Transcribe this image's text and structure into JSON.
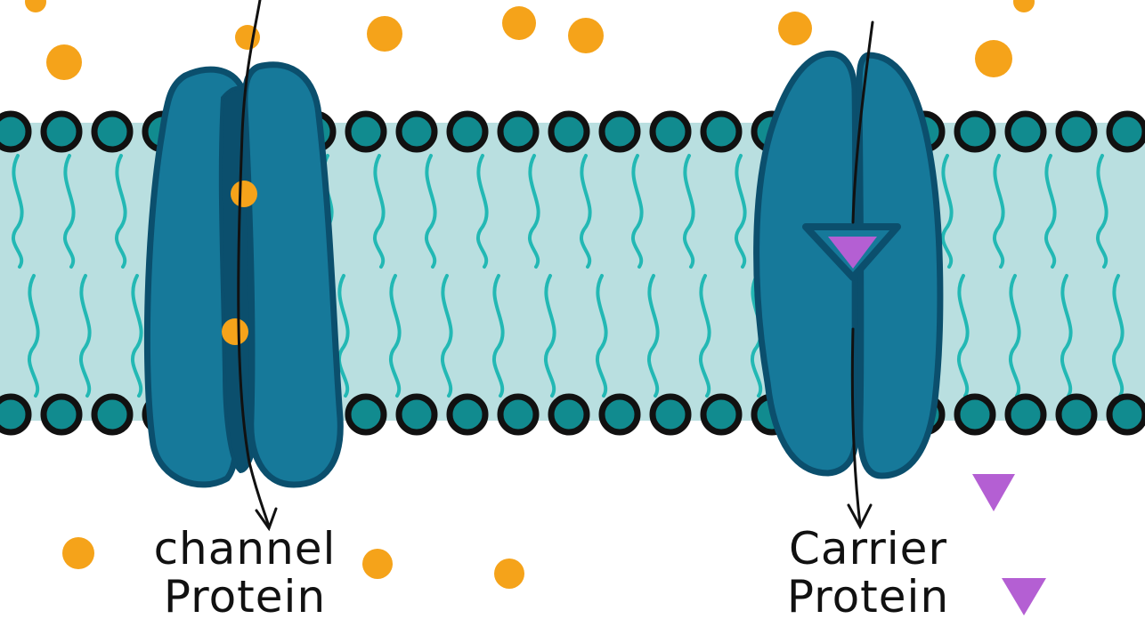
{
  "colors": {
    "background": "#ffffff",
    "membrane_band": "#b9dfe0",
    "phospholipid_head": "#118b8f",
    "phospholipid_outline": "#111111",
    "lipid_tail": "#23b8b4",
    "protein_fill": "#16799a",
    "protein_outline": "#0b4f6d",
    "small_molecule": "#f5a31a",
    "large_molecule": "#b45fd3",
    "arrow": "#111111"
  },
  "labels": {
    "channel": {
      "line1": "channel",
      "line2": "Protein"
    },
    "carrier": {
      "line1": "Carrier",
      "line2": "Protein"
    }
  },
  "icons": {
    "small_molecule": "orange-circle",
    "large_molecule": "purple-triangle"
  }
}
